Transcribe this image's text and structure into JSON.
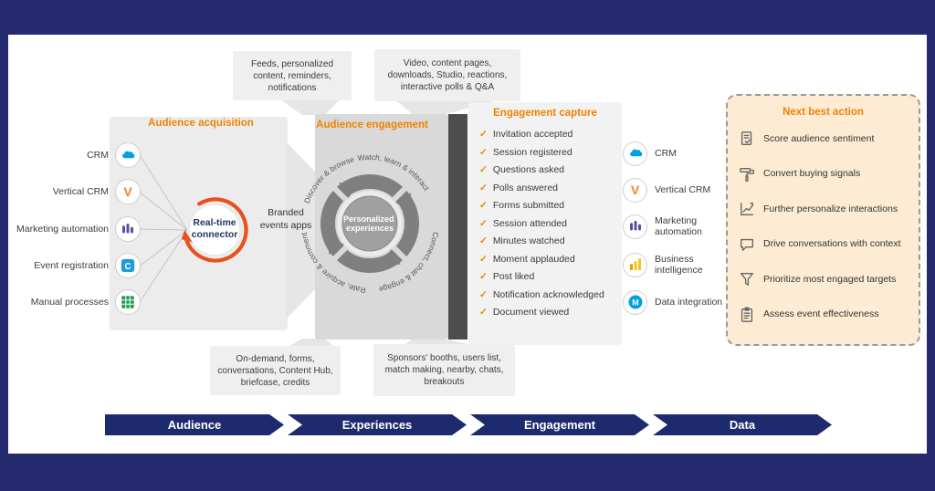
{
  "colors": {
    "accent_orange": "#F08300",
    "navy": "#252A6E",
    "connector_orange": "#E8501E"
  },
  "acquisition": {
    "title": "Audience acquisition",
    "items": [
      {
        "label": "CRM",
        "icon": "salesforce-cloud"
      },
      {
        "label": "Vertical CRM",
        "icon": "vlocity-v"
      },
      {
        "label": "Marketing automation",
        "icon": "automation-bars"
      },
      {
        "label": "Event registration",
        "icon": "cvent-c"
      },
      {
        "label": "Manual processes",
        "icon": "spreadsheet-grid"
      }
    ],
    "connector_label": "Real-time connector",
    "branded_label": "Branded events apps"
  },
  "engagement": {
    "title": "Audience engagement",
    "center_line1": "Personalized",
    "center_line2": "experiences",
    "ring_labels": [
      "Discover & browse",
      "Watch, learn & interact",
      "Connect, chat & engage",
      "Rate, acquire & comment"
    ]
  },
  "callouts": {
    "top_left": "Feeds, personalized content, reminders, notifications",
    "top_right": "Video, content pages, downloads, Studio, reactions, interactive polls & Q&A",
    "bottom_left": "On-demand, forms, conversations, Content Hub, briefcase, credits",
    "bottom_right": "Sponsors' booths, users list, match making, nearby, chats, breakouts"
  },
  "capture": {
    "title": "Engagement capture",
    "check_glyph": "✓",
    "items": [
      "Invitation accepted",
      "Session registered",
      "Questions asked",
      "Polls answered",
      "Forms submitted",
      "Session attended",
      "Minutes watched",
      "Moment applauded",
      "Post liked",
      "Notification acknowledged",
      "Document viewed"
    ]
  },
  "outputs": {
    "items": [
      {
        "label": "CRM",
        "icon": "salesforce-cloud"
      },
      {
        "label": "Vertical CRM",
        "icon": "vlocity-v"
      },
      {
        "label": "Marketing automation",
        "icon": "automation-bars"
      },
      {
        "label": "Business intelligence",
        "icon": "bi-bars"
      },
      {
        "label": "Data integration",
        "icon": "mulesoft-m"
      }
    ]
  },
  "next_best": {
    "title": "Next best action",
    "items": [
      "Score audience sentiment",
      "Convert buying signals",
      "Further personalize interactions",
      "Drive conversations with context",
      "Prioritize most engaged targets",
      "Assess event effectiveness"
    ]
  },
  "flow": {
    "steps": [
      "Audience",
      "Experiences",
      "Engagement",
      "Data"
    ]
  }
}
